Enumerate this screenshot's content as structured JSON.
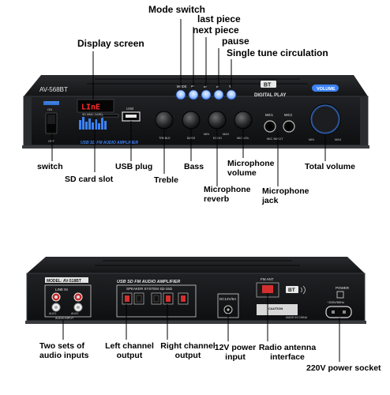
{
  "front": {
    "model": "AV-568BT",
    "power_label": "POWER",
    "on_label": "ON",
    "off_label": "OFF",
    "display_text": "LInE",
    "sd_card_label": "SD MMC CARD",
    "usb_label": "USB",
    "brand_strip": "USB SD FM AUDIO AMPLIFIER",
    "mode_label": "MODE",
    "bt_badge": "BT",
    "digital_play": "DIGITAL PLAY",
    "volume_badge": "VOLUME",
    "mic1": "MIC1",
    "mic2": "MIC2",
    "mic_input": "MIC INPUT",
    "knob_labels": [
      "TREBLE",
      "BASS",
      "ECHO",
      "MIC VOL"
    ],
    "min_label": "MIN",
    "max_label": "MAX"
  },
  "rear": {
    "model": "MODEL: AV-518BT",
    "line_in": "LINE IN",
    "aux1": "AUX1",
    "aux2": "AUX2",
    "audio_input": "AUDIO INPUT",
    "brand_strip": "USB SD FM AUDIO AMPLIFIER",
    "speaker_system": "SPEAKER SYSTEM 4Ω-16Ω",
    "dc_label": "DC12V/5A",
    "fm_ant": "FM ANT",
    "bt_badge": "BT",
    "power_label": "POWER",
    "ac_label": "~220V/50Hz",
    "caution": "CAUTION",
    "made_in": "MADE IN CHINA"
  },
  "annotations": {
    "mode_switch": "Mode switch",
    "last_piece": "last piece",
    "next_piece": "next piece",
    "pause": "pause",
    "single_tune": "Single tune circulation",
    "display_screen": "Display screen",
    "switch": "switch",
    "sd_card_slot": "SD card slot",
    "usb_plug": "USB plug",
    "bass": "Bass",
    "treble": "Treble",
    "microphone_volume": [
      "Microphone",
      "volume"
    ],
    "microphone_reverb": [
      "Microphone",
      "reverb"
    ],
    "microphone_jack": [
      "Microphone",
      "jack"
    ],
    "total_volume": "Total volume",
    "two_sets_audio": [
      "Two sets of",
      "audio inputs"
    ],
    "left_channel": [
      "Left channel",
      "output"
    ],
    "right_channel": [
      "Right channel",
      "output"
    ],
    "power_input": [
      "12V power",
      "input"
    ],
    "radio_antenna": [
      "Radio antenna",
      "interface"
    ],
    "power_socket": "220V power socket"
  },
  "colors": {
    "panel": "#1b1c1f",
    "panel_edge": "#3a3b3e",
    "accent_blue": "#3b82f6",
    "display_red": "#ff2a2a",
    "leader": "#000000"
  }
}
